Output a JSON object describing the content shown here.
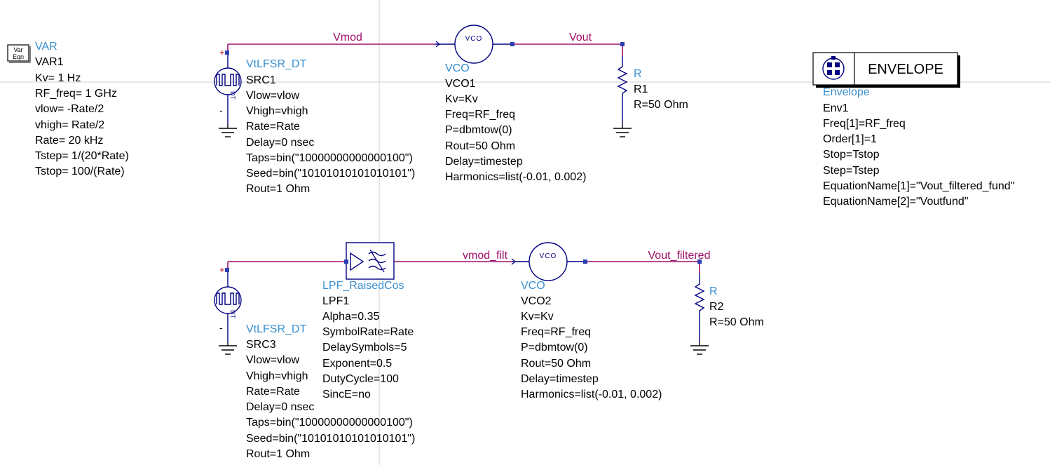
{
  "var_block": {
    "icon_top": "Var",
    "icon_bottom": "Eqn",
    "type": "VAR",
    "name": "VAR1",
    "params": [
      "Kv= 1 Hz",
      "RF_freq= 1 GHz",
      "vlow= -Rate/2",
      "vhigh= Rate/2",
      "Rate= 20 kHz",
      "Tstep= 1/(20*Rate)",
      "Tstop= 100/(Rate)"
    ]
  },
  "src1": {
    "type": "VtLFSR_DT",
    "name": "SRC1",
    "params": [
      "Vlow=vlow",
      "Vhigh=vhigh",
      "Rate=Rate",
      "Delay=0 nsec",
      "Taps=bin(\"10000000000000100\")",
      "Seed=bin(\"10101010101010101\")",
      "Rout=1 Ohm"
    ]
  },
  "src3": {
    "type": "VtLFSR_DT",
    "name": "SRC3",
    "params": [
      "Vlow=vlow",
      "Vhigh=vhigh",
      "Rate=Rate",
      "Delay=0 nsec",
      "Taps=bin(\"10000000000000100\")",
      "Seed=bin(\"10101010101010101\")",
      "Rout=1 Ohm"
    ]
  },
  "vco1": {
    "symbol": "VCO",
    "type": "VCO",
    "name": "VCO1",
    "params": [
      "Kv=Kv",
      "Freq=RF_freq",
      "P=dbmtow(0)",
      "Rout=50 Ohm",
      "Delay=timestep",
      "Harmonics=list(-0.01, 0.002)"
    ]
  },
  "vco2": {
    "symbol": "VCO",
    "type": "VCO",
    "name": "VCO2",
    "params": [
      "Kv=Kv",
      "Freq=RF_freq",
      "P=dbmtow(0)",
      "Rout=50 Ohm",
      "Delay=timestep",
      "Harmonics=list(-0.01, 0.002)"
    ]
  },
  "r1": {
    "type": "R",
    "name": "R1",
    "params": [
      "R=50 Ohm"
    ]
  },
  "r2": {
    "type": "R",
    "name": "R2",
    "params": [
      "R=50 Ohm"
    ]
  },
  "lpf1": {
    "type": "LPF_RaisedCos",
    "name": "LPF1",
    "params": [
      "Alpha=0.35",
      "SymbolRate=Rate",
      "DelaySymbols=5",
      "Exponent=0.5",
      "DutyCycle=100",
      "SincE=no"
    ]
  },
  "envelope": {
    "button_label": "ENVELOPE",
    "type": "Envelope",
    "name": "Env1",
    "params": [
      "Freq[1]=RF_freq",
      "Order[1]=1",
      "Stop=Tstop",
      "Step=Tstep",
      "EquationName[1]=\"Vout_filtered_fund\"",
      "EquationName[2]=\"Voutfund\""
    ]
  },
  "nets": {
    "vmod": "Vmod",
    "vout": "Vout",
    "vmod_filt": "vmod_filt",
    "vout_filtered": "Vout_filtered"
  },
  "source_symbols": {
    "plus": "+",
    "minus": "-",
    "dt": "DT"
  },
  "colors": {
    "wire": "#a0106a",
    "component": "#000080",
    "instance_text": "#3a8fd0",
    "text": "#000000"
  }
}
